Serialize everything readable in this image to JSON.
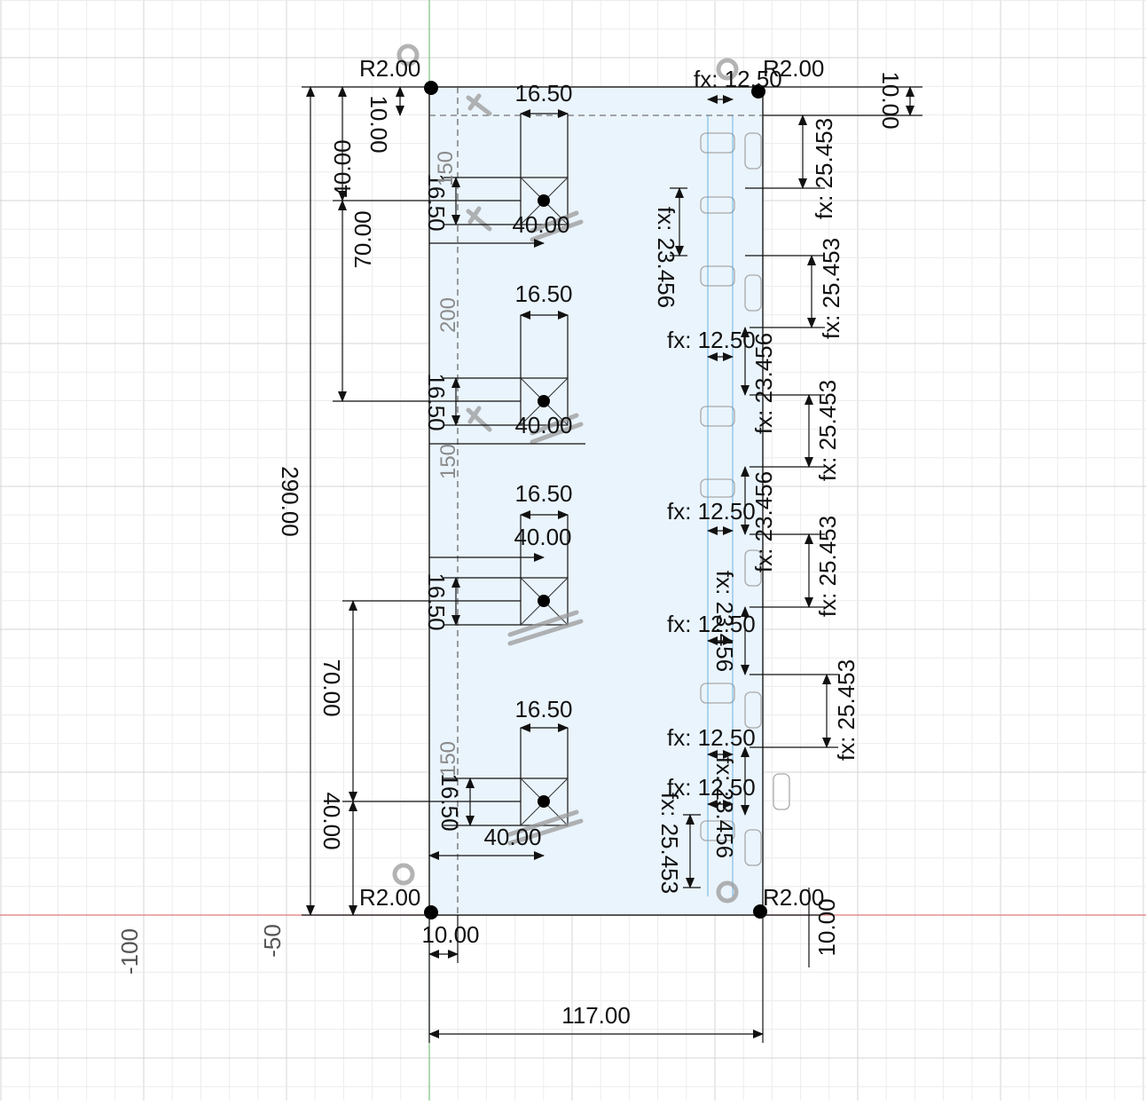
{
  "colors": {
    "background": "#ffffff",
    "grid_minor": "#ececec",
    "grid_major": "#d4d4d4",
    "x_axis": "#e07a7a",
    "y_axis": "#7ac27a",
    "profile_fill": "#eaf4fc",
    "profile_stroke": "#333333",
    "dimension": "#111111",
    "construction": "#555555",
    "constraint_glyph": "#9a9a9a",
    "centerline": "#4aa3df"
  },
  "axis_labels": {
    "minus_100": "-100",
    "minus_50": "-50"
  },
  "overall": {
    "height": "290.00",
    "width": "117.00"
  },
  "corner_radii": {
    "top_left": "R2.00",
    "top_right": "R2.00",
    "bottom_left": "R2.00",
    "bottom_right": "R2.00"
  },
  "offsets": {
    "top_left_10": "10.00",
    "top_right_10": "10.00",
    "bottom_left_10": "10.00",
    "bottom_right_10": "10.00"
  },
  "left_stack": {
    "top_40": "40.00",
    "top_70": "70.00",
    "bottom_70": "70.00",
    "bottom_40": "40.00"
  },
  "holes": [
    {
      "width_label": "16.50",
      "height_label": "16.50",
      "x_label": "40.00",
      "note": "150"
    },
    {
      "width_label": "16.50",
      "height_label": "16.50",
      "x_label": "40.00",
      "note": "200"
    },
    {
      "width_label": "16.50",
      "height_label": "16.50",
      "x_label": "40.00",
      "note": "150"
    },
    {
      "width_label": "16.50",
      "height_label": "16.50",
      "x_label": "40.00",
      "note": "150"
    }
  ],
  "right_formulas": {
    "fx_12_50": "fx: 12.50",
    "fx_23_456": "fx: 23.456",
    "fx_25_453": "fx: 25.453"
  }
}
